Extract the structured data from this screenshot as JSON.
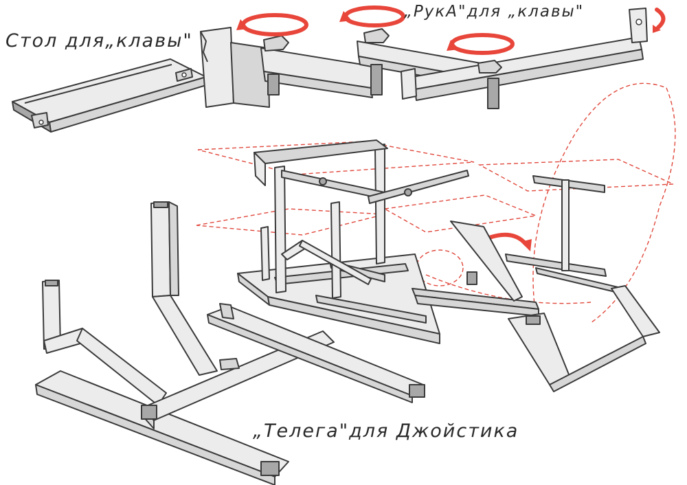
{
  "captions": {
    "table": "Стол для„клавы\"",
    "arm": "„РукА\"для „клавы\"",
    "cart": "„Телега\"для Джойстика"
  },
  "colors": {
    "ink": "#3a3a3a",
    "metal_light": "#ececec",
    "metal": "#d7d7d7",
    "metal_dark": "#a8a8a8",
    "accent_red": "#e8463a"
  }
}
